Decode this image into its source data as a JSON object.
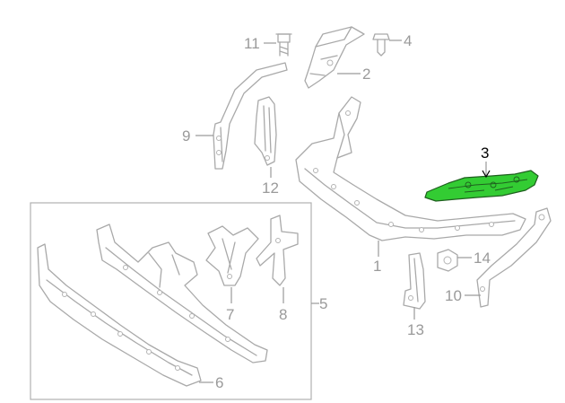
{
  "diagram": {
    "callouts": {
      "c1": "1",
      "c2": "2",
      "c3": "3",
      "c4": "4",
      "c5": "5",
      "c6": "6",
      "c7": "7",
      "c8": "8",
      "c9": "9",
      "c10": "10",
      "c11": "11",
      "c12": "12",
      "c13": "13",
      "c14": "14"
    },
    "highlighted_part": "3",
    "colors": {
      "line_art": "#a9a9a9",
      "highlight_fill": "#33cc33",
      "highlight_callout": "#000000"
    }
  }
}
